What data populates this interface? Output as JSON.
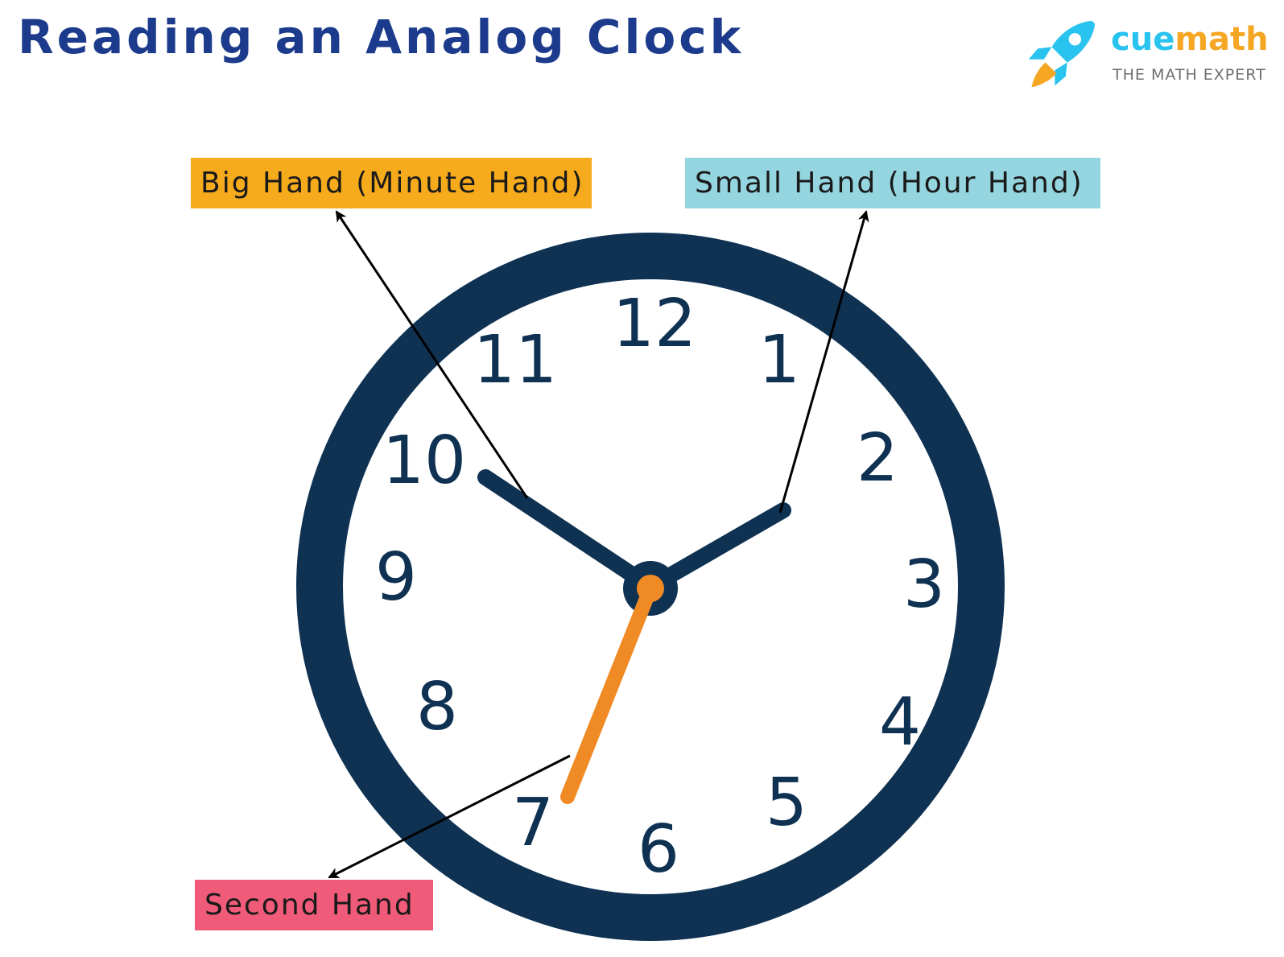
{
  "title": "Reading an Analog Clock",
  "logo": {
    "word_primary": "cue",
    "word_accent": "math",
    "tagline": "THE MATH EXPERT",
    "icon": "rocket-icon"
  },
  "labels": {
    "minute_hand": "Big Hand (Minute Hand)",
    "hour_hand": "Small Hand (Hour Hand)",
    "second_hand": "Second Hand"
  },
  "clock": {
    "numbers": [
      "12",
      "1",
      "2",
      "3",
      "4",
      "5",
      "6",
      "7",
      "8",
      "9",
      "10",
      "11"
    ]
  },
  "colors": {
    "title": "#1c3b8c",
    "clock_rim": "#0f3253",
    "second_hand": "#ef8a25",
    "minute_label_bg": "#f6ab1c",
    "hour_label_bg": "#95d5df",
    "second_label_bg": "#ef5b78",
    "logo_primary": "#29c3f0",
    "logo_accent": "#f5a623"
  }
}
